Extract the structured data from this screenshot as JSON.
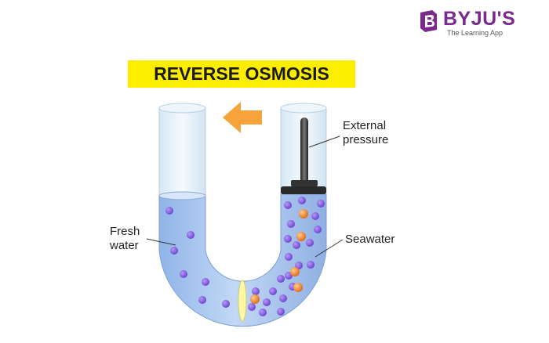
{
  "brand": {
    "name": "BYJU'S",
    "tagline": "The Learning App",
    "color": "#7a2a8d",
    "icon": "byjus-badge-logo"
  },
  "title": "REVERSE OSMOSIS",
  "labels": {
    "external_pressure": [
      "External",
      "pressure"
    ],
    "fresh_water": [
      "Fresh",
      "water"
    ],
    "seawater": "Seawater"
  },
  "colors": {
    "title_bar": "#fdee00",
    "water": "#a9c7ee",
    "molecule": "#8a5be0",
    "salt_particle": "#f08a2c",
    "arrow": "#f6a33c",
    "membrane": "#fdf7a6"
  }
}
